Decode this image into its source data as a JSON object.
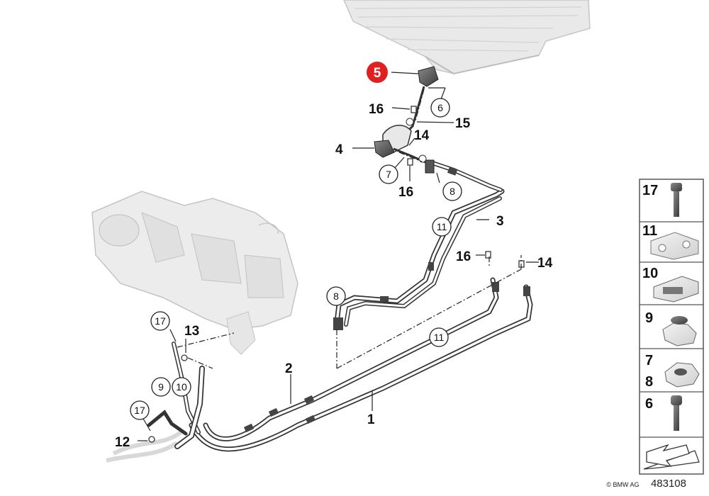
{
  "diagram": {
    "callouts": {
      "c5": "5",
      "c6": "6",
      "c16a": "16",
      "c15": "15",
      "c14a": "14",
      "c4": "4",
      "c7": "7",
      "c16b": "16",
      "c8a": "8",
      "c3": "3",
      "c11a": "11",
      "c16c": "16",
      "c14b": "14",
      "c8b": "8",
      "c11b": "11",
      "c17a": "17",
      "c13": "13",
      "c2": "2",
      "c9": "9",
      "c10": "10",
      "c1": "1",
      "c17b": "17",
      "c12": "12"
    },
    "highlighted_callout_color": "#e02020"
  },
  "parts_panel": {
    "labels": [
      "17",
      "11",
      "10",
      "9",
      "7",
      "8",
      "6"
    ]
  },
  "footer": {
    "brand": "© BMW AG",
    "diagram_number": "483108"
  }
}
